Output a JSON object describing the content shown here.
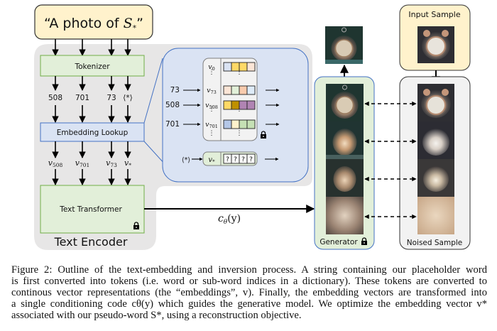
{
  "figure": {
    "prompt_text": "“A photo of S",
    "prompt_subscript": "*",
    "prompt_close": "”",
    "tokenizer_label": "Tokenizer",
    "tokens": [
      "508",
      "701",
      "73",
      "⟨*⟩"
    ],
    "embedding_lookup_label": "Embedding Lookup",
    "embedding_vectors": [
      {
        "base": "v",
        "sub": "508"
      },
      {
        "base": "v",
        "sub": "701"
      },
      {
        "base": "v",
        "sub": "73"
      },
      {
        "base": "v",
        "sub": "*"
      }
    ],
    "text_transformer_label": "Text Transformer",
    "text_encoder_label": "Text Encoder",
    "conditioning_label": "c",
    "conditioning_sub": "θ",
    "conditioning_arg": "(y)",
    "lookup_table": {
      "rows": [
        {
          "input": "",
          "base": "v",
          "sub": "0",
          "colors": [
            "#dae3f3",
            "#ffd966",
            "#ffd966",
            "#fbe5d6"
          ]
        },
        {
          "input": "73",
          "base": "v",
          "sub": "73",
          "colors": [
            "#fbe5d6",
            "#e2f0d9",
            "#f8cbad",
            "#deebf7"
          ]
        },
        {
          "input": "508",
          "base": "v",
          "sub": "508",
          "colors": [
            "#ffd966",
            "#bf9000",
            "#b084b3",
            "#b084b3"
          ]
        },
        {
          "input": "701",
          "base": "v",
          "sub": "701",
          "colors": [
            "#b4c7e7",
            "#fff2cc",
            "#c5e0b4",
            "#c5e0b4"
          ]
        }
      ],
      "placeholder_input": "⟨*⟩",
      "placeholder_base": "v",
      "placeholder_sub": "*",
      "placeholder_cells": [
        "?",
        "?",
        "?",
        "?"
      ],
      "vertical_ellipsis": "⋮"
    },
    "generator_label": "Generator",
    "input_sample_label": "Input Sample",
    "noised_sample_label": "Noised Sample",
    "icons": [
      "lock-icon"
    ],
    "colors": {
      "prompt_fill": "#fff2cc",
      "tokenizer_fill": "#e2efd9",
      "tokenizer_border": "#70ad47",
      "lookup_fill": "#dae3f3",
      "lookup_border": "#4472c4",
      "encoder_bg": "#e7e6e6",
      "generator_fill": "#e2efd9",
      "noised_fill": "#f2f2f2"
    }
  },
  "caption": {
    "lines": [
      "Figure 2: Outline of the text-embedding and inversion process. A string containing our placeholder word",
      "is first converted into tokens (i.e. word or sub-word indices in a dictionary). These tokens are converted to",
      "continous vector representations (the “embeddings”, v). Finally, the embedding vectors are transformed into",
      "a single conditioning code cθ(y) which guides the generative model. We optimize the embedding vector v*",
      "associated with our pseudo-word S*, using a reconstruction objective."
    ]
  }
}
